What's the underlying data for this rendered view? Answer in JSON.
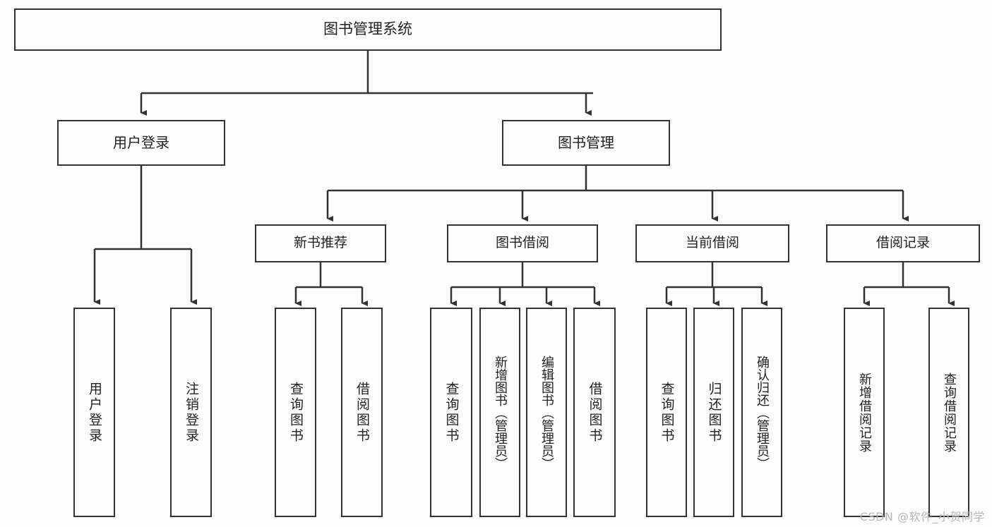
{
  "diagram": {
    "title": "图书管理系统",
    "type": "tree",
    "watermark": "CSDN @软件_小贺同学",
    "colors": {
      "stroke": "#333333",
      "fill": "#fdfdfd",
      "text": "#222222",
      "watermark": "#b9b9b9"
    },
    "root": {
      "label": "图书管理系统"
    },
    "level1": [
      {
        "label": "用户登录"
      },
      {
        "label": "图书管理"
      }
    ],
    "level2": [
      {
        "label": "新书推荐"
      },
      {
        "label": "图书借阅"
      },
      {
        "label": "当前借阅"
      },
      {
        "label": "借阅记录"
      }
    ],
    "leaves": {
      "user_login": [
        {
          "label": "用户登录"
        },
        {
          "label": "注销登录"
        }
      ],
      "new_book": [
        {
          "label": "查询图书"
        },
        {
          "label": "借阅图书"
        }
      ],
      "book_borrow": [
        {
          "label": "查询图书"
        },
        {
          "label": "新增图书（管理员）"
        },
        {
          "label": "编辑图书（管理员）"
        },
        {
          "label": "借阅图书"
        }
      ],
      "current_borrow": [
        {
          "label": "查询图书"
        },
        {
          "label": "归还图书"
        },
        {
          "label": "确认归还（管理员）"
        }
      ],
      "borrow_record": [
        {
          "label": "新增借阅记录"
        },
        {
          "label": "查询借阅记录"
        }
      ]
    }
  }
}
